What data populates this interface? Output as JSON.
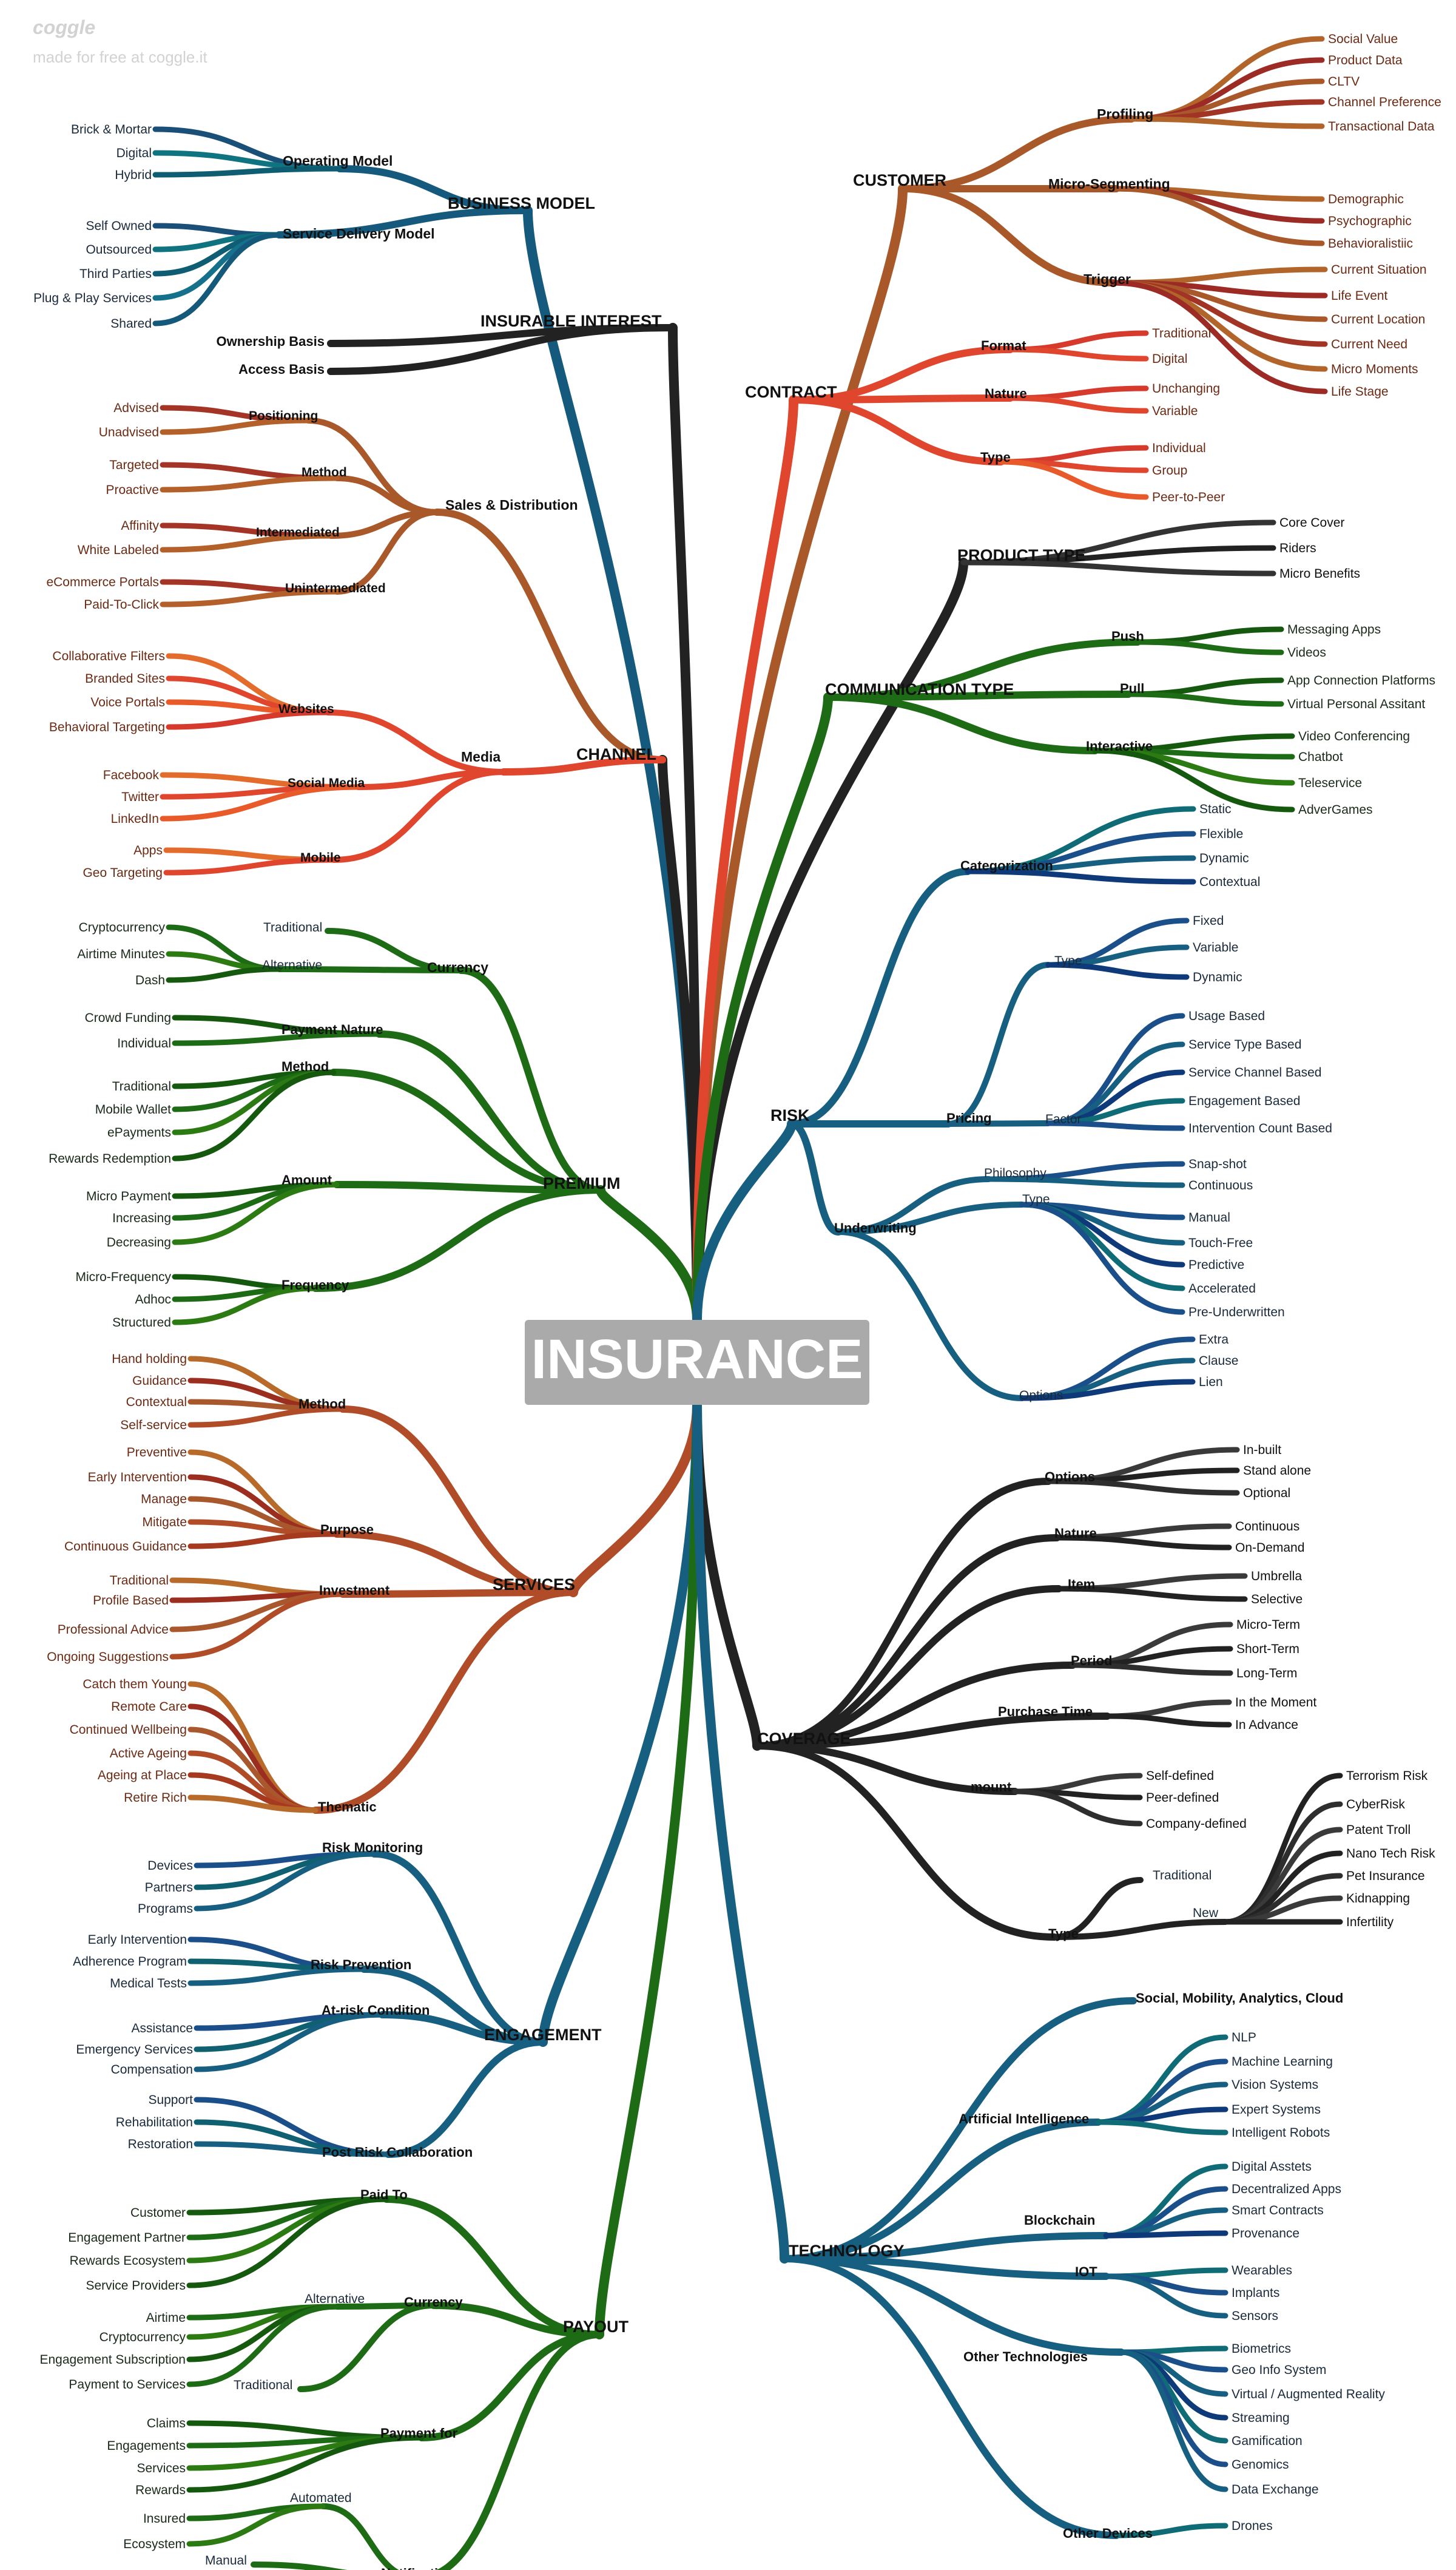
{
  "header": {
    "logo": "coggle",
    "tagline": "made for free at coggle.it"
  },
  "center": "INSURANCE",
  "colors": {
    "business_model": "#155a7c",
    "insurable_interest": "#222222",
    "channel_sales": "#a9582a",
    "channel_media": "#e0452e",
    "channel_core": "#222222",
    "premium": "#1d6b14",
    "services": "#b04d28",
    "engagement": "#175f80",
    "payout": "#1d6b14",
    "customer": "#a9582a",
    "contract": "#e0452e",
    "product_type": "#222222",
    "communication": "#1d6b14",
    "risk": "#175f80",
    "coverage": "#222222",
    "technology": "#175f80",
    "center_box": "#aaaaaa"
  },
  "branches": [
    {
      "label": "BUSINESS MODEL",
      "color": "business_model",
      "children": [
        {
          "label": "Operating Model",
          "children": [
            "Brick & Mortar",
            "Digital",
            "Hybrid"
          ]
        },
        {
          "label": "Service Delivery Model",
          "children": [
            "Self Owned",
            "Outsourced",
            "Third Parties",
            "Plug & Play Services",
            "Shared"
          ]
        }
      ]
    },
    {
      "label": "INSURABLE INTEREST",
      "color": "insurable_interest",
      "children": [
        {
          "label": "Ownership Basis"
        },
        {
          "label": "Access Basis"
        }
      ]
    },
    {
      "label": "CHANNEL",
      "color": "channel_core",
      "children": [
        {
          "label": "Sales & Distribution",
          "color": "channel_sales",
          "children": [
            {
              "label": "Positioning",
              "children": [
                "Advised",
                "Unadvised"
              ]
            },
            {
              "label": "Method",
              "children": [
                "Targeted",
                "Proactive"
              ]
            },
            {
              "label": "Intermediated",
              "children": [
                "Affinity",
                "White Labeled"
              ]
            },
            {
              "label": "Unintermediated",
              "children": [
                "eCommerce Portals",
                "Paid-To-Click"
              ]
            }
          ]
        },
        {
          "label": "Media",
          "color": "channel_media",
          "children": [
            {
              "label": "Websites",
              "children": [
                "Collaborative Filters",
                "Branded Sites",
                "Voice Portals",
                "Behavioral Targeting"
              ]
            },
            {
              "label": "Social Media",
              "children": [
                "Facebook",
                "Twitter",
                "LinkedIn"
              ]
            },
            {
              "label": "Mobile",
              "children": [
                "Apps",
                "Geo Targeting"
              ]
            }
          ]
        }
      ]
    },
    {
      "label": "PREMIUM",
      "color": "premium",
      "children": [
        {
          "label": "Currency",
          "children": [
            {
              "label": "Traditional"
            },
            {
              "label": "Alternative",
              "children": [
                "Cryptocurrency",
                "Airtime Minutes",
                "Dash"
              ]
            }
          ]
        },
        {
          "label": "Payment Nature",
          "children": [
            "Crowd Funding",
            "Individual"
          ]
        },
        {
          "label": "Method",
          "children": [
            "Traditional",
            "Mobile Wallet",
            "ePayments",
            "Rewards Redemption"
          ]
        },
        {
          "label": "Amount",
          "children": [
            "Micro Payment",
            "Increasing",
            "Decreasing"
          ]
        },
        {
          "label": "Frequency",
          "children": [
            "Micro-Frequency",
            "Adhoc",
            "Structured"
          ]
        }
      ]
    },
    {
      "label": "SERVICES",
      "color": "services",
      "children": [
        {
          "label": "Method",
          "children": [
            "Hand holding",
            "Guidance",
            "Contextual",
            "Self-service"
          ]
        },
        {
          "label": "Purpose",
          "children": [
            "Preventive",
            "Early Intervention",
            "Manage",
            "Mitigate",
            "Continuous Guidance"
          ]
        },
        {
          "label": "Investment",
          "children": [
            "Traditional",
            "Profile Based",
            "Professional Advice",
            "Ongoing Suggestions"
          ]
        },
        {
          "label": "Thematic",
          "children": [
            "Catch them Young",
            "Remote Care",
            "Continued Wellbeing",
            "Active Ageing",
            "Ageing at Place",
            "Retire Rich"
          ]
        }
      ]
    },
    {
      "label": "ENGAGEMENT",
      "color": "engagement",
      "children": [
        {
          "label": "Risk Monitoring",
          "children": [
            "Devices",
            "Partners",
            "Programs"
          ]
        },
        {
          "label": "Risk Prevention",
          "children": [
            "Early Intervention",
            "Adherence Program",
            "Medical Tests"
          ]
        },
        {
          "label": "At-risk Condition",
          "children": [
            "Assistance",
            "Emergency Services",
            "Compensation"
          ]
        },
        {
          "label": "Post Risk Collaboration",
          "children": [
            "Support",
            "Rehabilitation",
            "Restoration"
          ]
        }
      ]
    },
    {
      "label": "PAYOUT",
      "color": "payout",
      "children": [
        {
          "label": "Paid To",
          "children": [
            "Customer",
            "Engagement Partner",
            "Rewards Ecosystem",
            "Service Providers"
          ]
        },
        {
          "label": "Currency",
          "children": [
            {
              "label": "Alternative",
              "children": [
                "Airtime",
                "Cryptocurrency",
                "Engagement Subscription",
                "Payment to Services"
              ]
            },
            {
              "label": "Traditional"
            }
          ]
        },
        {
          "label": "Payment for",
          "children": [
            "Claims",
            "Engagements",
            "Services",
            "Rewards"
          ]
        },
        {
          "label": "Notification",
          "children": [
            {
              "label": "Automated",
              "children": [
                "Insured",
                "Ecosystem"
              ]
            },
            {
              "label": "Manual"
            }
          ]
        }
      ]
    },
    {
      "label": "CUSTOMER",
      "color": "customer",
      "children": [
        {
          "label": "Profiling",
          "children": [
            "Social Value",
            "Product Data",
            "CLTV",
            "Channel Preference",
            "Transactional Data"
          ]
        },
        {
          "label": "Micro-Segmenting",
          "children": [
            "Demographic",
            "Psychographic",
            "Behavioralistiic"
          ]
        },
        {
          "label": "Trigger",
          "children": [
            "Current Situation",
            "Life Event",
            "Current Location",
            "Current Need",
            "Micro Moments",
            "Life Stage"
          ]
        }
      ]
    },
    {
      "label": "CONTRACT",
      "color": "contract",
      "children": [
        {
          "label": "Format",
          "children": [
            "Traditional",
            "Digital"
          ]
        },
        {
          "label": "Nature",
          "children": [
            "Unchanging",
            "Variable"
          ]
        },
        {
          "label": "Type",
          "children": [
            "Individual",
            "Group",
            "Peer-to-Peer"
          ]
        }
      ]
    },
    {
      "label": "PRODUCT TYPE",
      "color": "product_type",
      "children": [
        "Core Cover",
        "Riders",
        "Micro Benefits"
      ]
    },
    {
      "label": "COMMUNICATION TYPE",
      "color": "communication",
      "children": [
        {
          "label": "Push",
          "children": [
            "Messaging Apps",
            "Videos"
          ]
        },
        {
          "label": "Pull",
          "children": [
            "App Connection Platforms",
            "Virtual Personal Assitant"
          ]
        },
        {
          "label": "Interactive",
          "children": [
            "Video Conferencing",
            "Chatbot",
            "Teleservice",
            "AdverGames"
          ]
        }
      ]
    },
    {
      "label": "RISK",
      "color": "risk",
      "children": [
        {
          "label": "Categorization",
          "children": [
            "Static",
            "Flexible",
            "Dynamic",
            "Contextual"
          ]
        },
        {
          "label": "Pricing",
          "children": [
            {
              "label": "Type",
              "children": [
                "Fixed",
                "Variable",
                "Dynamic"
              ]
            },
            {
              "label": "Factor",
              "children": [
                "Usage Based",
                "Service Type Based",
                "Service Channel Based",
                "Engagement Based",
                "Intervention Count Based"
              ]
            }
          ]
        },
        {
          "label": "Underwriting",
          "children": [
            {
              "label": "Philosophy",
              "children": [
                "Snap-shot",
                "Continuous"
              ]
            },
            {
              "label": "Type",
              "children": [
                "Manual",
                "Touch-Free",
                "Predictive",
                "Accelerated",
                "Pre-Underwritten"
              ]
            },
            {
              "label": "Options",
              "children": [
                "Extra",
                "Clause",
                "Lien"
              ]
            }
          ]
        }
      ]
    },
    {
      "label": "COVERAGE",
      "color": "coverage",
      "children": [
        {
          "label": "Options",
          "children": [
            "In-built",
            "Stand alone",
            "Optional"
          ]
        },
        {
          "label": "Nature",
          "children": [
            "Continuous",
            "On-Demand"
          ]
        },
        {
          "label": "Item",
          "children": [
            "Umbrella",
            "Selective"
          ]
        },
        {
          "label": "Period",
          "children": [
            "Micro-Term",
            "Short-Term",
            "Long-Term"
          ]
        },
        {
          "label": "Purchase Time",
          "children": [
            "In the Moment",
            "In Advance"
          ]
        },
        {
          "label": "mount",
          "children": [
            "Self-defined",
            "Peer-defined",
            "Company-defined"
          ]
        },
        {
          "label": "Type",
          "children": [
            {
              "label": "Traditional"
            },
            {
              "label": "New",
              "children": [
                "Terrorism Risk",
                "CyberRisk",
                "Patent Troll",
                "Nano Tech Risk",
                "Pet Insurance",
                "Kidnapping",
                "Infertility"
              ]
            }
          ]
        }
      ]
    },
    {
      "label": "TECHNOLOGY",
      "color": "technology",
      "children": [
        {
          "label": "Social, Mobility, Analytics, Cloud"
        },
        {
          "label": "Artificial Intelligence",
          "children": [
            "NLP",
            "Machine Learning",
            "Vision Systems",
            "Expert Systems",
            "Intelligent Robots"
          ]
        },
        {
          "label": "Blockchain",
          "children": [
            "Digital Asstets",
            "Decentralized Apps",
            "Smart Contracts",
            "Provenance"
          ]
        },
        {
          "label": "IOT",
          "children": [
            "Wearables",
            "Implants",
            "Sensors"
          ]
        },
        {
          "label": "Other Technologies",
          "children": [
            "Biometrics",
            "Geo Info System",
            "Virtual / Augmented Reality",
            "Streaming",
            "Gamification",
            "Genomics",
            "Data Exchange"
          ]
        },
        {
          "label": "Other Devices",
          "children": [
            "Drones"
          ]
        }
      ]
    }
  ]
}
